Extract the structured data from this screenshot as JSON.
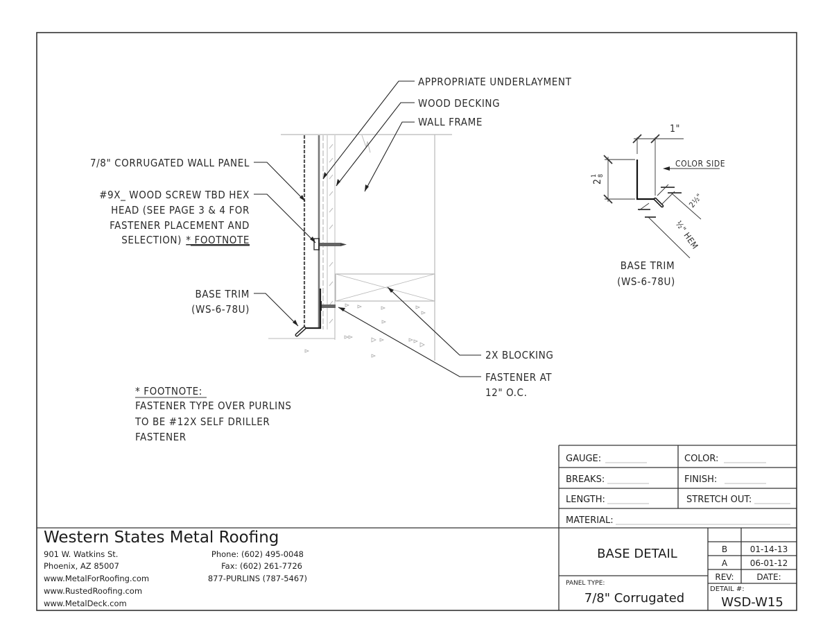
{
  "drawing": {
    "callouts": {
      "underlayment": "APPROPRIATE UNDERLAYMENT",
      "wood_decking": "WOOD DECKING",
      "wall_frame": "WALL FRAME",
      "wall_panel": "7/8\" CORRUGATED WALL PANEL",
      "screw_lines": [
        "#9X_ WOOD SCREW TBD HEX",
        "HEAD (SEE PAGE 3 & 4 FOR",
        "FASTENER PLACEMENT AND",
        "SELECTION)"
      ],
      "screw_footnote_ref": "* FOOTNOTE",
      "base_trim_lines": [
        "BASE TRIM",
        "(WS-6-78U)"
      ],
      "blocking": "2X BLOCKING",
      "fastener_lines": [
        "FASTENER AT",
        "12\" O.C."
      ]
    },
    "footnote": {
      "title": "* FOOTNOTE:",
      "lines": [
        "FASTENER TYPE OVER PURLINS",
        "TO BE #12X SELF DRILLER",
        "FASTENER"
      ]
    },
    "trim_profile": {
      "dim_width": "1\"",
      "dim_height_whole": "2",
      "dim_height_frac_num": "1",
      "dim_height_frac_den": "8",
      "dim_kick": "2½\"",
      "dim_hem": "½\" HEM",
      "color_side": "COLOR SIDE",
      "label_lines": [
        "BASE TRIM",
        "(WS-6-78U)"
      ]
    }
  },
  "title_block": {
    "fields": {
      "gauge": "GAUGE:",
      "color": "COLOR:",
      "breaks": "BREAKS:",
      "finish": "FINISH:",
      "length": "LENGTH:",
      "stretch_out": "STRETCH OUT:",
      "material": "MATERIAL:"
    },
    "title": "BASE DETAIL",
    "panel_type_label": "PANEL TYPE:",
    "panel_type": "7/8\" Corrugated",
    "revisions": [
      {
        "rev": "",
        "date": ""
      },
      {
        "rev": "B",
        "date": "01-14-13"
      },
      {
        "rev": "A",
        "date": "06-01-12"
      }
    ],
    "rev_header": "REV:",
    "date_header": "DATE:",
    "detail_label": "DETAIL #:",
    "detail_number": "WSD-W15"
  },
  "company": {
    "name": "Western States Metal Roofing",
    "address_lines": [
      "901 W. Watkins St.",
      "Phoenix, AZ 85007",
      "www.MetalForRoofing.com",
      "www.RustedRoofing.com",
      "www.MetalDeck.com"
    ],
    "contact_lines": [
      "Phone: (602) 495-0048",
      "Fax: (602) 261-7726",
      "877-PURLINS (787-5467)"
    ]
  }
}
